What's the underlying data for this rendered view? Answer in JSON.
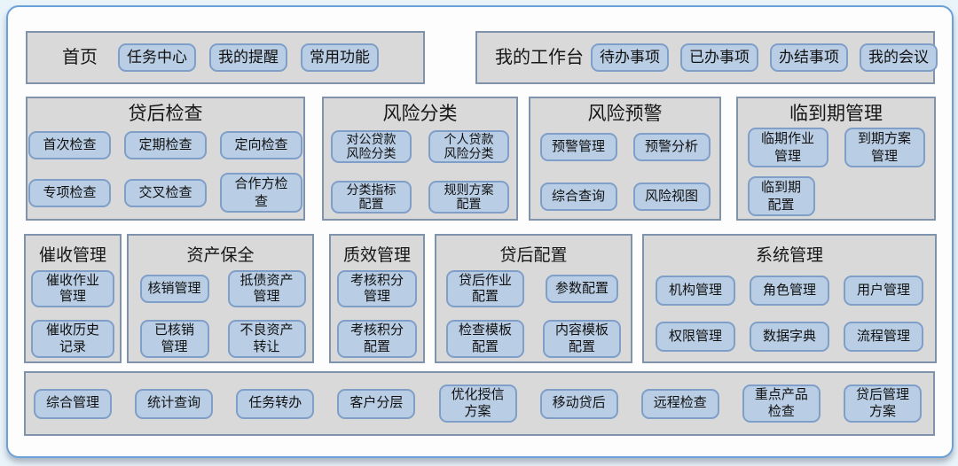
{
  "theme": {
    "page_bg": "#e9f3fa",
    "container_border": "#6aa1d8",
    "panel_bg": "#d9d9d9",
    "panel_border": "#8093ad",
    "button_bg": "#b9cde4",
    "button_border": "#7f9fc8"
  },
  "groups": {
    "home": {
      "title": "首页",
      "buttons": [
        "任务中心",
        "我的提醒",
        "常用功能"
      ]
    },
    "workbench": {
      "title": "我的工作台",
      "buttons": [
        "待办事项",
        "已办事项",
        "办结事项",
        "我的会议"
      ]
    },
    "loan_check": {
      "title": "贷后检查",
      "buttons": [
        "首次检查",
        "定期检查",
        "定向检查",
        "专项检查",
        "交叉检查",
        "合作方检\n查"
      ]
    },
    "risk_class": {
      "title": "风险分类",
      "buttons": [
        "对公贷款\n风险分类",
        "个人贷款\n风险分类",
        "分类指标\n配置",
        "规则方案\n配置"
      ]
    },
    "risk_warn": {
      "title": "风险预警",
      "buttons": [
        "预警管理",
        "预警分析",
        "综合查询",
        "风险视图"
      ]
    },
    "maturity": {
      "title": "临到期管理",
      "buttons": [
        "临期作业\n管理",
        "到期方案\n管理",
        "临到期\n配置"
      ]
    },
    "collection": {
      "title": "催收管理",
      "buttons": [
        "催收作业\n管理",
        "催收历史\n记录"
      ]
    },
    "asset": {
      "title": "资产保全",
      "buttons": [
        "核销管理",
        "抵债资产\n管理",
        "已核销\n管理",
        "不良资产\n转让"
      ]
    },
    "quality": {
      "title": "质效管理",
      "buttons": [
        "考核积分\n管理",
        "考核积分\n配置"
      ]
    },
    "loan_conf": {
      "title": "贷后配置",
      "buttons": [
        "贷后作业\n配置",
        "参数配置",
        "检查模板\n配置",
        "内容模板\n配置"
      ]
    },
    "system": {
      "title": "系统管理",
      "buttons": [
        "机构管理",
        "角色管理",
        "用户管理",
        "权限管理",
        "数据字典",
        "流程管理"
      ]
    },
    "misc": {
      "buttons": [
        "综合管理",
        "统计查询",
        "任务转办",
        "客户分层",
        "优化授信\n方案",
        "移动贷后",
        "远程检查",
        "重点产品\n检查",
        "贷后管理\n方案"
      ]
    }
  }
}
